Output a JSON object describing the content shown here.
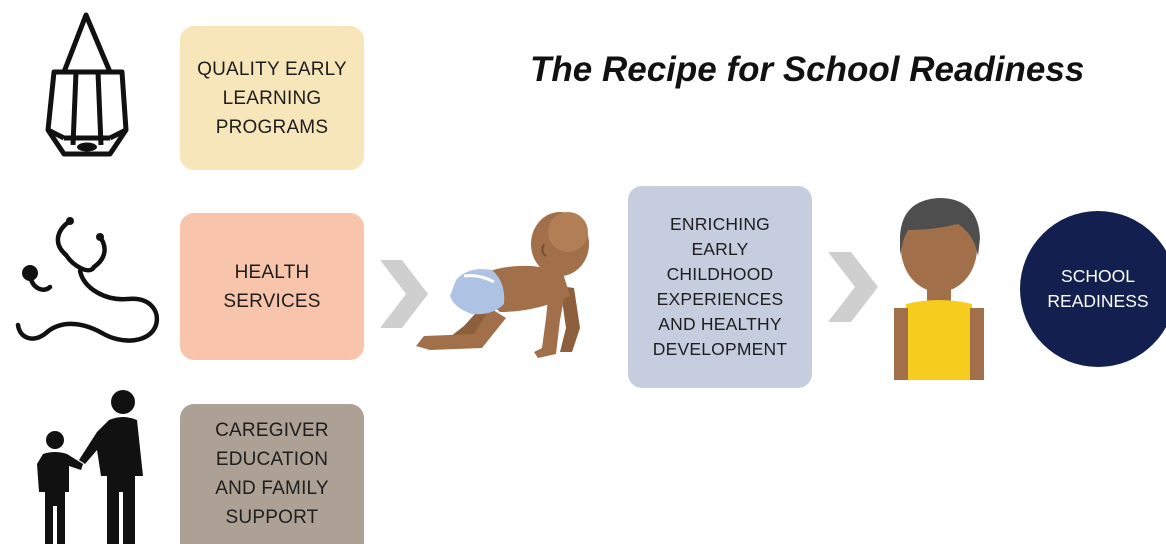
{
  "title": "The Recipe for School Readiness",
  "inputs": [
    {
      "label": "QUALITY EARLY\nLEARNING\nPROGRAMS",
      "icon": "pencil-icon",
      "color": "#f8e6bb"
    },
    {
      "label": "HEALTH\nSERVICES",
      "icon": "stethoscope-icon",
      "color": "#f8c5ac"
    },
    {
      "label": "CAREGIVER\nEDUCATION\nAND FAMILY\nSUPPORT",
      "icon": "parent-child-icon",
      "color": "#ada095"
    }
  ],
  "middle": {
    "label": "ENRICHING\nEARLY\nCHILDHOOD\nEXPERIENCES\nAND HEALTHY\nDEVELOPMENT",
    "color": "#c6cddf",
    "icon": "crawling-baby-icon"
  },
  "outcome": {
    "label": "SCHOOL\nREADINESS",
    "color": "#13204f",
    "icon": "child-icon"
  },
  "arrow_color": "#cfcfcf"
}
